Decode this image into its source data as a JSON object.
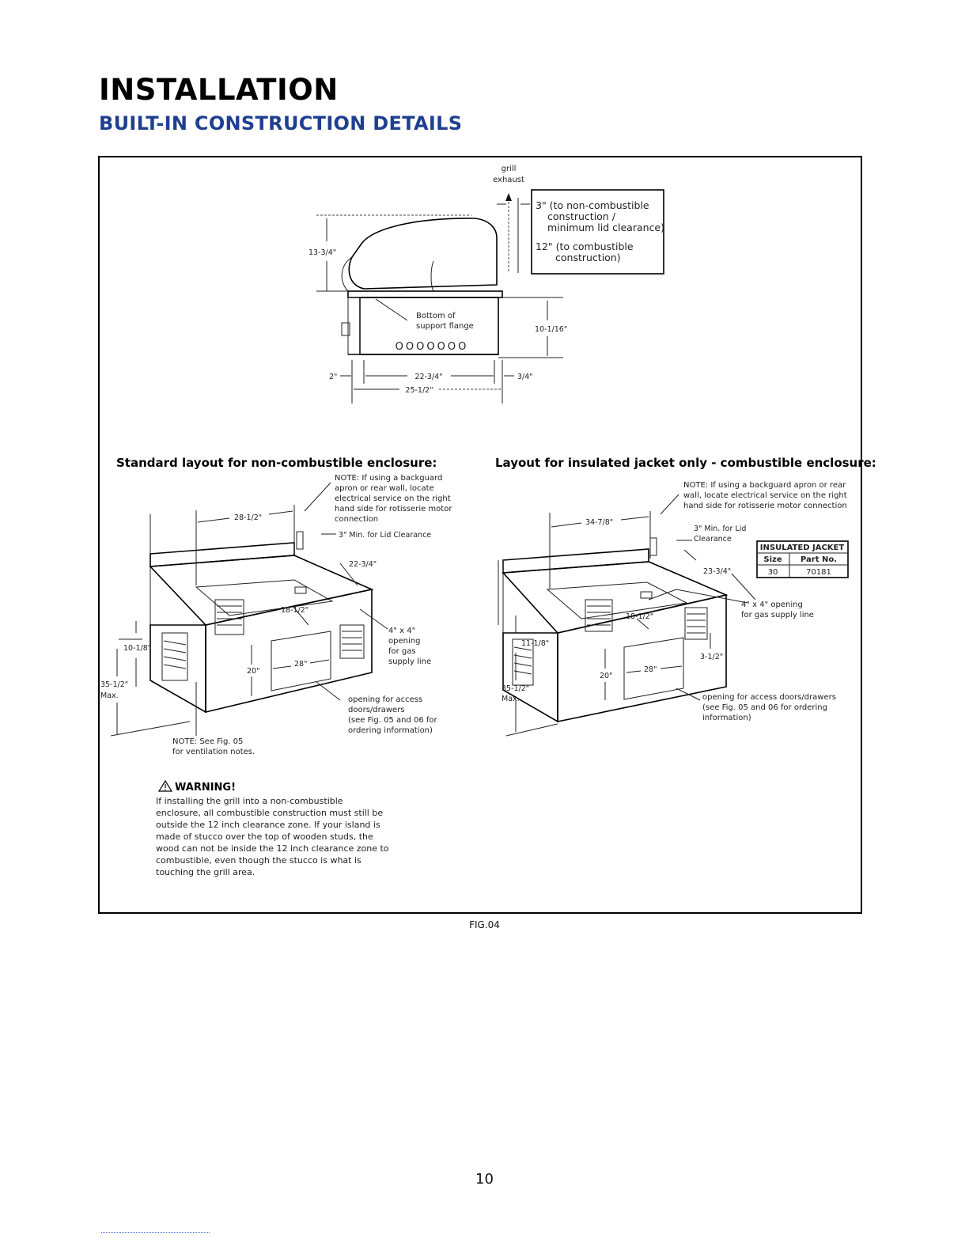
{
  "header": {
    "title": "INSTALLATION",
    "subtitle": "BUILT-IN CONSTRUCTION DETAILS"
  },
  "top_diagram": {
    "exhaust_label_1": "grill",
    "exhaust_label_2": "exhaust",
    "clearance_box": {
      "line1": "3\" (to non-combustible",
      "line2": "construction /",
      "line3": "minimum lid clearance)",
      "line4": "12\" (to combustible",
      "line5": "construction)"
    },
    "height_hood": "13-3/4\"",
    "flange_label_1": "Bottom of",
    "flange_label_2": "support flange",
    "knobs": "OOOOOOO",
    "height_base": "10-1/16\"",
    "dim_left": "2\"",
    "dim_mid": "22-3/4\"",
    "dim_right": "3/4\"",
    "dim_total": "25-1/2\""
  },
  "left_layout": {
    "title": "Standard layout for non-combustible enclosure:",
    "note": [
      "NOTE: If using a backguard",
      "apron or rear wall, locate",
      "electrical service on the right",
      "hand side for rotisserie motor",
      "connection"
    ],
    "width_top": "28-1/2\"",
    "lid_clearance": "3\" Min. for Lid Clearance",
    "cutout_width": "22-3/4\"",
    "cutout_depth": "18-1/2\"",
    "gas_opening": [
      "4\" x 4\"",
      "opening",
      "for gas",
      "supply line"
    ],
    "height_counter": "10-1/8\"",
    "height_total": "35-1/2\"",
    "height_total_2": "Max.",
    "door_height": "20\"",
    "door_width": "28\"",
    "door_note": [
      "opening for access",
      "doors/drawers",
      "(see Fig. 05 and 06 for",
      "ordering information)"
    ],
    "vent_note": [
      "NOTE: See Fig. 05",
      "for ventilation notes."
    ]
  },
  "right_layout": {
    "title": "Layout for insulated jacket only - combustible enclosure:",
    "note": [
      "NOTE: If using a backguard apron or rear",
      "wall, locate electrical service on the right",
      "hand side for rotisserie motor connection"
    ],
    "width_top": "34-7/8\"",
    "lid_clearance": [
      "3\" Min. for Lid",
      "Clearance"
    ],
    "cutout_width": "23-3/4\"",
    "cutout_depth": "18-1/2\"",
    "gas_opening": [
      "4\" x 4\" opening",
      "for gas supply line"
    ],
    "height_counter": "11-1/8\"",
    "height_total": "35-1/2\"",
    "height_total_2": "Max.",
    "door_height": "20\"",
    "door_width": "28\"",
    "side_dim": "3-1/2\"",
    "door_note": [
      "opening for access doors/drawers",
      "(see Fig. 05 and 06 for ordering",
      "information)"
    ],
    "table": {
      "title": "INSULATED JACKET",
      "headers": [
        "Size",
        "Part No."
      ],
      "rows": [
        [
          "30",
          "70181"
        ]
      ]
    }
  },
  "warning": {
    "title": "WARNING!",
    "lines": [
      "If installing the grill into a non-combustible",
      "enclosure, all combustible construction must still be",
      "outside the 12 inch clearance zone. If your island is",
      "made of stucco over the top of wooden studs, the",
      "wood can not be inside the 12 inch clearance zone to",
      "combustible, even though the stucco is what is",
      "touching the grill area."
    ]
  },
  "figure_label": "FIG.04",
  "page_number": "10"
}
